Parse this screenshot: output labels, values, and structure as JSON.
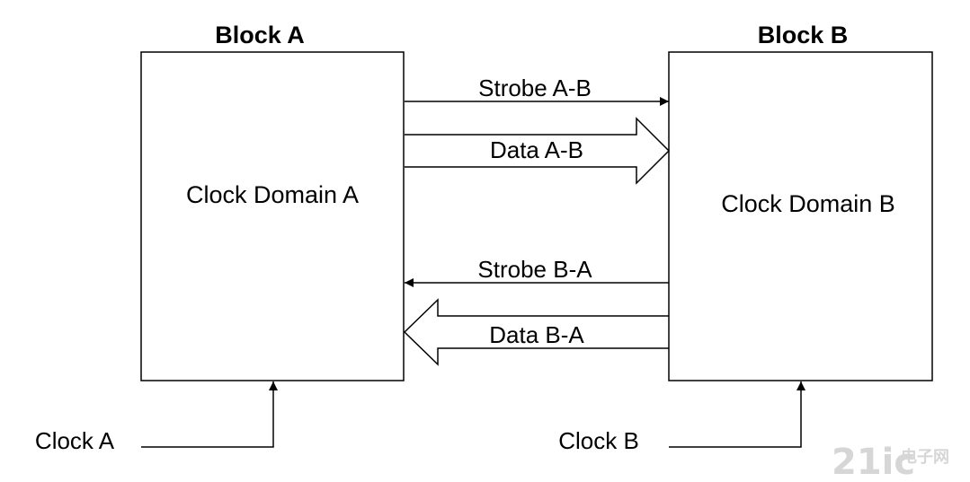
{
  "block_a": {
    "title": "Block A",
    "domain": "Clock Domain A"
  },
  "block_b": {
    "title": "Block B",
    "domain": "Clock Domain B"
  },
  "signals": {
    "strobe_ab": "Strobe A-B",
    "data_ab": "Data A-B",
    "strobe_ba": "Strobe B-A",
    "data_ba": "Data B-A"
  },
  "clocks": {
    "a": "Clock A",
    "b": "Clock B"
  },
  "watermark": {
    "logo": "21ic",
    "cn": "电子网"
  }
}
